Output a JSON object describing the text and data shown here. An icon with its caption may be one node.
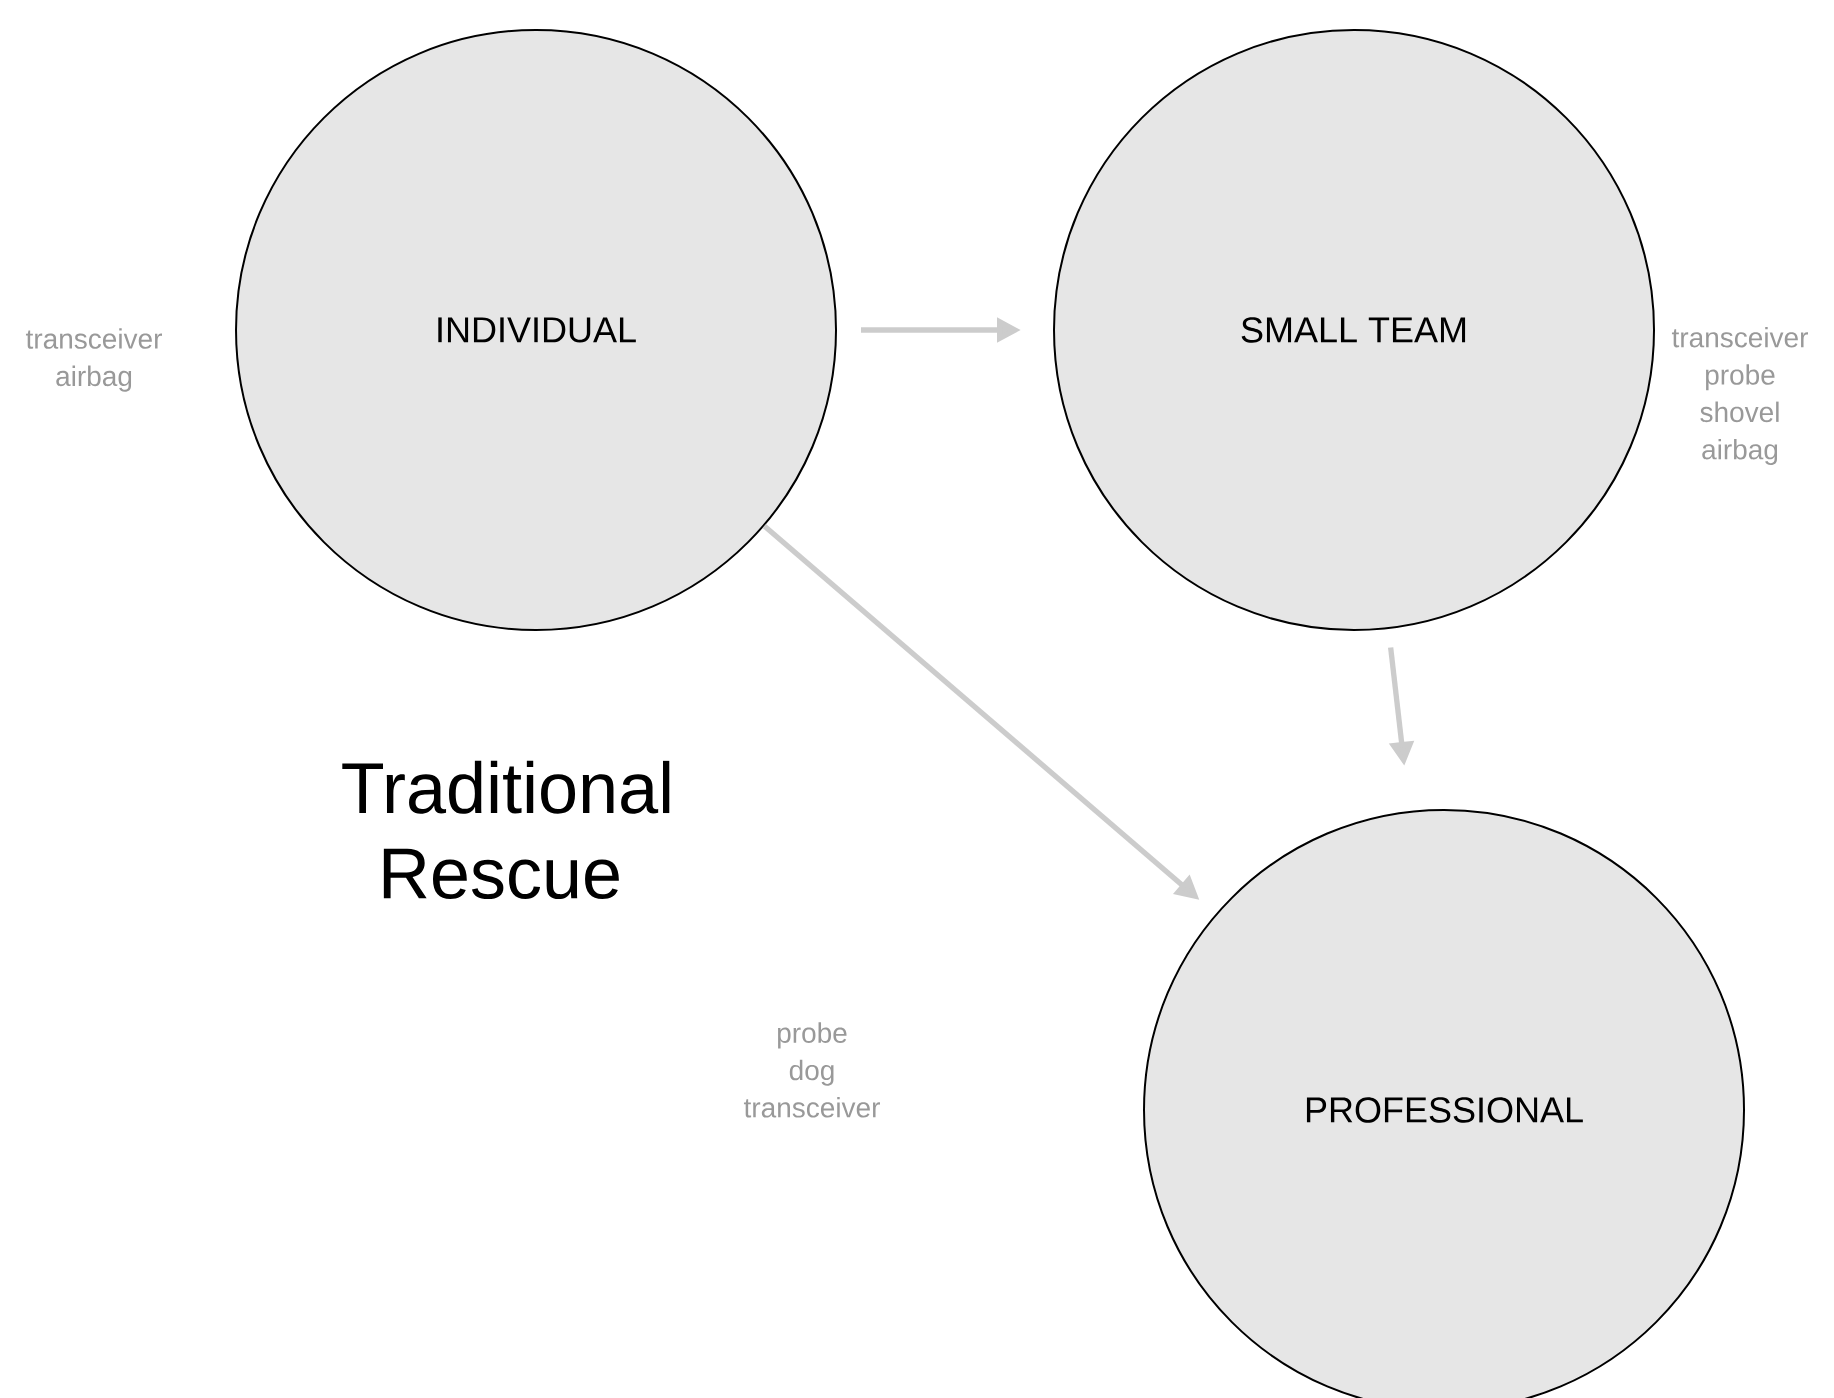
{
  "diagram": {
    "title": "Traditional Rescue",
    "nodes": [
      {
        "text": [
          "INDIVIDUAL"
        ],
        "beside": [
          "transceiver",
          "airbag"
        ]
      },
      {
        "text": [
          "SMALL TEAM"
        ],
        "beside": [
          "transceiver",
          "probe",
          "shovel",
          "airbag"
        ]
      },
      {
        "text": [
          "PROFESSIONAL"
        ],
        "beside": [
          "probe",
          "dog",
          "transceiver"
        ]
      }
    ],
    "edges": [
      {
        "from": 0,
        "to": 1,
        "arrow": "to"
      },
      {
        "from": 1,
        "to": 2,
        "arrow": "to"
      },
      {
        "from": 0,
        "to": 2,
        "arrow": "to"
      }
    ]
  }
}
